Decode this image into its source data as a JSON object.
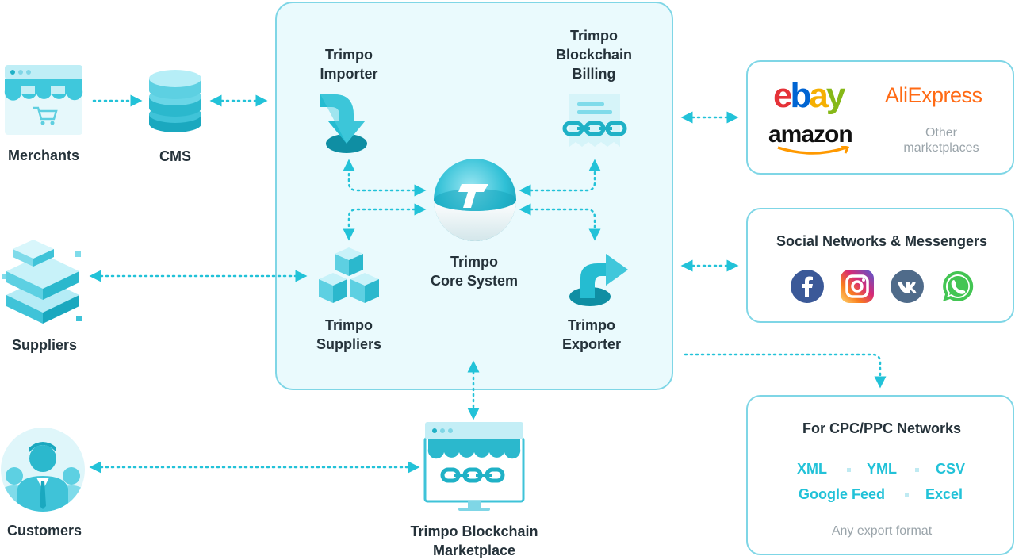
{
  "merchants": {
    "label": "Merchants"
  },
  "cms": {
    "label": "CMS"
  },
  "suppliers": {
    "label": "Suppliers"
  },
  "customers": {
    "label": "Customers"
  },
  "core": {
    "importer": [
      "Trimpo",
      "Importer"
    ],
    "billing": [
      "Trimpo",
      "Blockchain",
      "Billing"
    ],
    "system": [
      "Trimpo",
      "Core System"
    ],
    "suppliers": [
      "Trimpo",
      "Suppliers"
    ],
    "exporter": [
      "Trimpo",
      "Exporter"
    ]
  },
  "marketplace": {
    "label": [
      "Trimpo Blockchain",
      "Marketplace"
    ]
  },
  "marketplaces_card": {
    "ebay": "ebay",
    "aliexpress": "AliExpress",
    "amazon": "amazon",
    "other": [
      "Other",
      "marketplaces"
    ]
  },
  "social_card": {
    "title": "Social Networks & Messengers",
    "icons": [
      "facebook-icon",
      "instagram-icon",
      "vk-icon",
      "whatsapp-icon"
    ]
  },
  "cpc_card": {
    "title": "For CPC/PPC Networks",
    "formats": [
      "XML",
      "YML",
      "CSV",
      "Google Feed",
      "Excel"
    ],
    "footer": "Any export format"
  },
  "colors": {
    "accent": "#22c2d8",
    "border": "#7fd6e6",
    "text": "#25323a"
  }
}
